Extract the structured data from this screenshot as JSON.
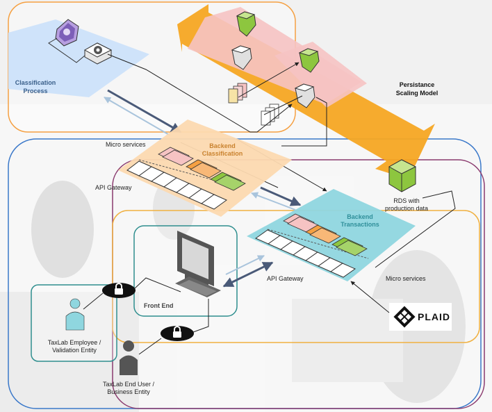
{
  "labels": {
    "classification_process": [
      "Classification",
      "Process"
    ],
    "persistance": [
      "Persistance",
      "Scaling Model"
    ],
    "micro_services_top": "Micro services",
    "backend_classification": [
      "Backend",
      "Classification"
    ],
    "api_gateway_top": "API Gateway",
    "rds": [
      "RDS with",
      "production data"
    ],
    "backend_transactions": [
      "Backend",
      "Transactions"
    ],
    "front_end": "Front End",
    "api_gateway_bottom": "API Gateway",
    "micro_services_bottom": "Micro services",
    "employee": [
      "TaxLab Employee /",
      "Validation Entity"
    ],
    "end_user": [
      "TaxLab End User /",
      "Business Entity"
    ],
    "plaid": "PLAID"
  },
  "icons": {
    "classifier": "ml-model-icon",
    "settings": "gear-icon",
    "persistence_nodes": "storage-node-icon",
    "documents": "document-icon",
    "rds": "database-icon",
    "monitor": "monitor-icon",
    "lock": "lock-icon",
    "person": "person-icon",
    "plaid_logo": "plaid-logo-icon"
  },
  "colors": {
    "top_frame": "#f5a042",
    "blue_frame": "#3a78c9",
    "purple_frame": "#8a3a6e",
    "orange_frame": "#f0b040",
    "classification_plane": "#cfe3fa",
    "persistence_arrow": "#f6a623",
    "pink_band": "#f6c3c3",
    "backend_classification_plane": "#fcd9b0",
    "backend_transactions_plane": "#8fd6df",
    "front_end_frame": "#2e8e8e",
    "green_node": "#8dc63f"
  }
}
